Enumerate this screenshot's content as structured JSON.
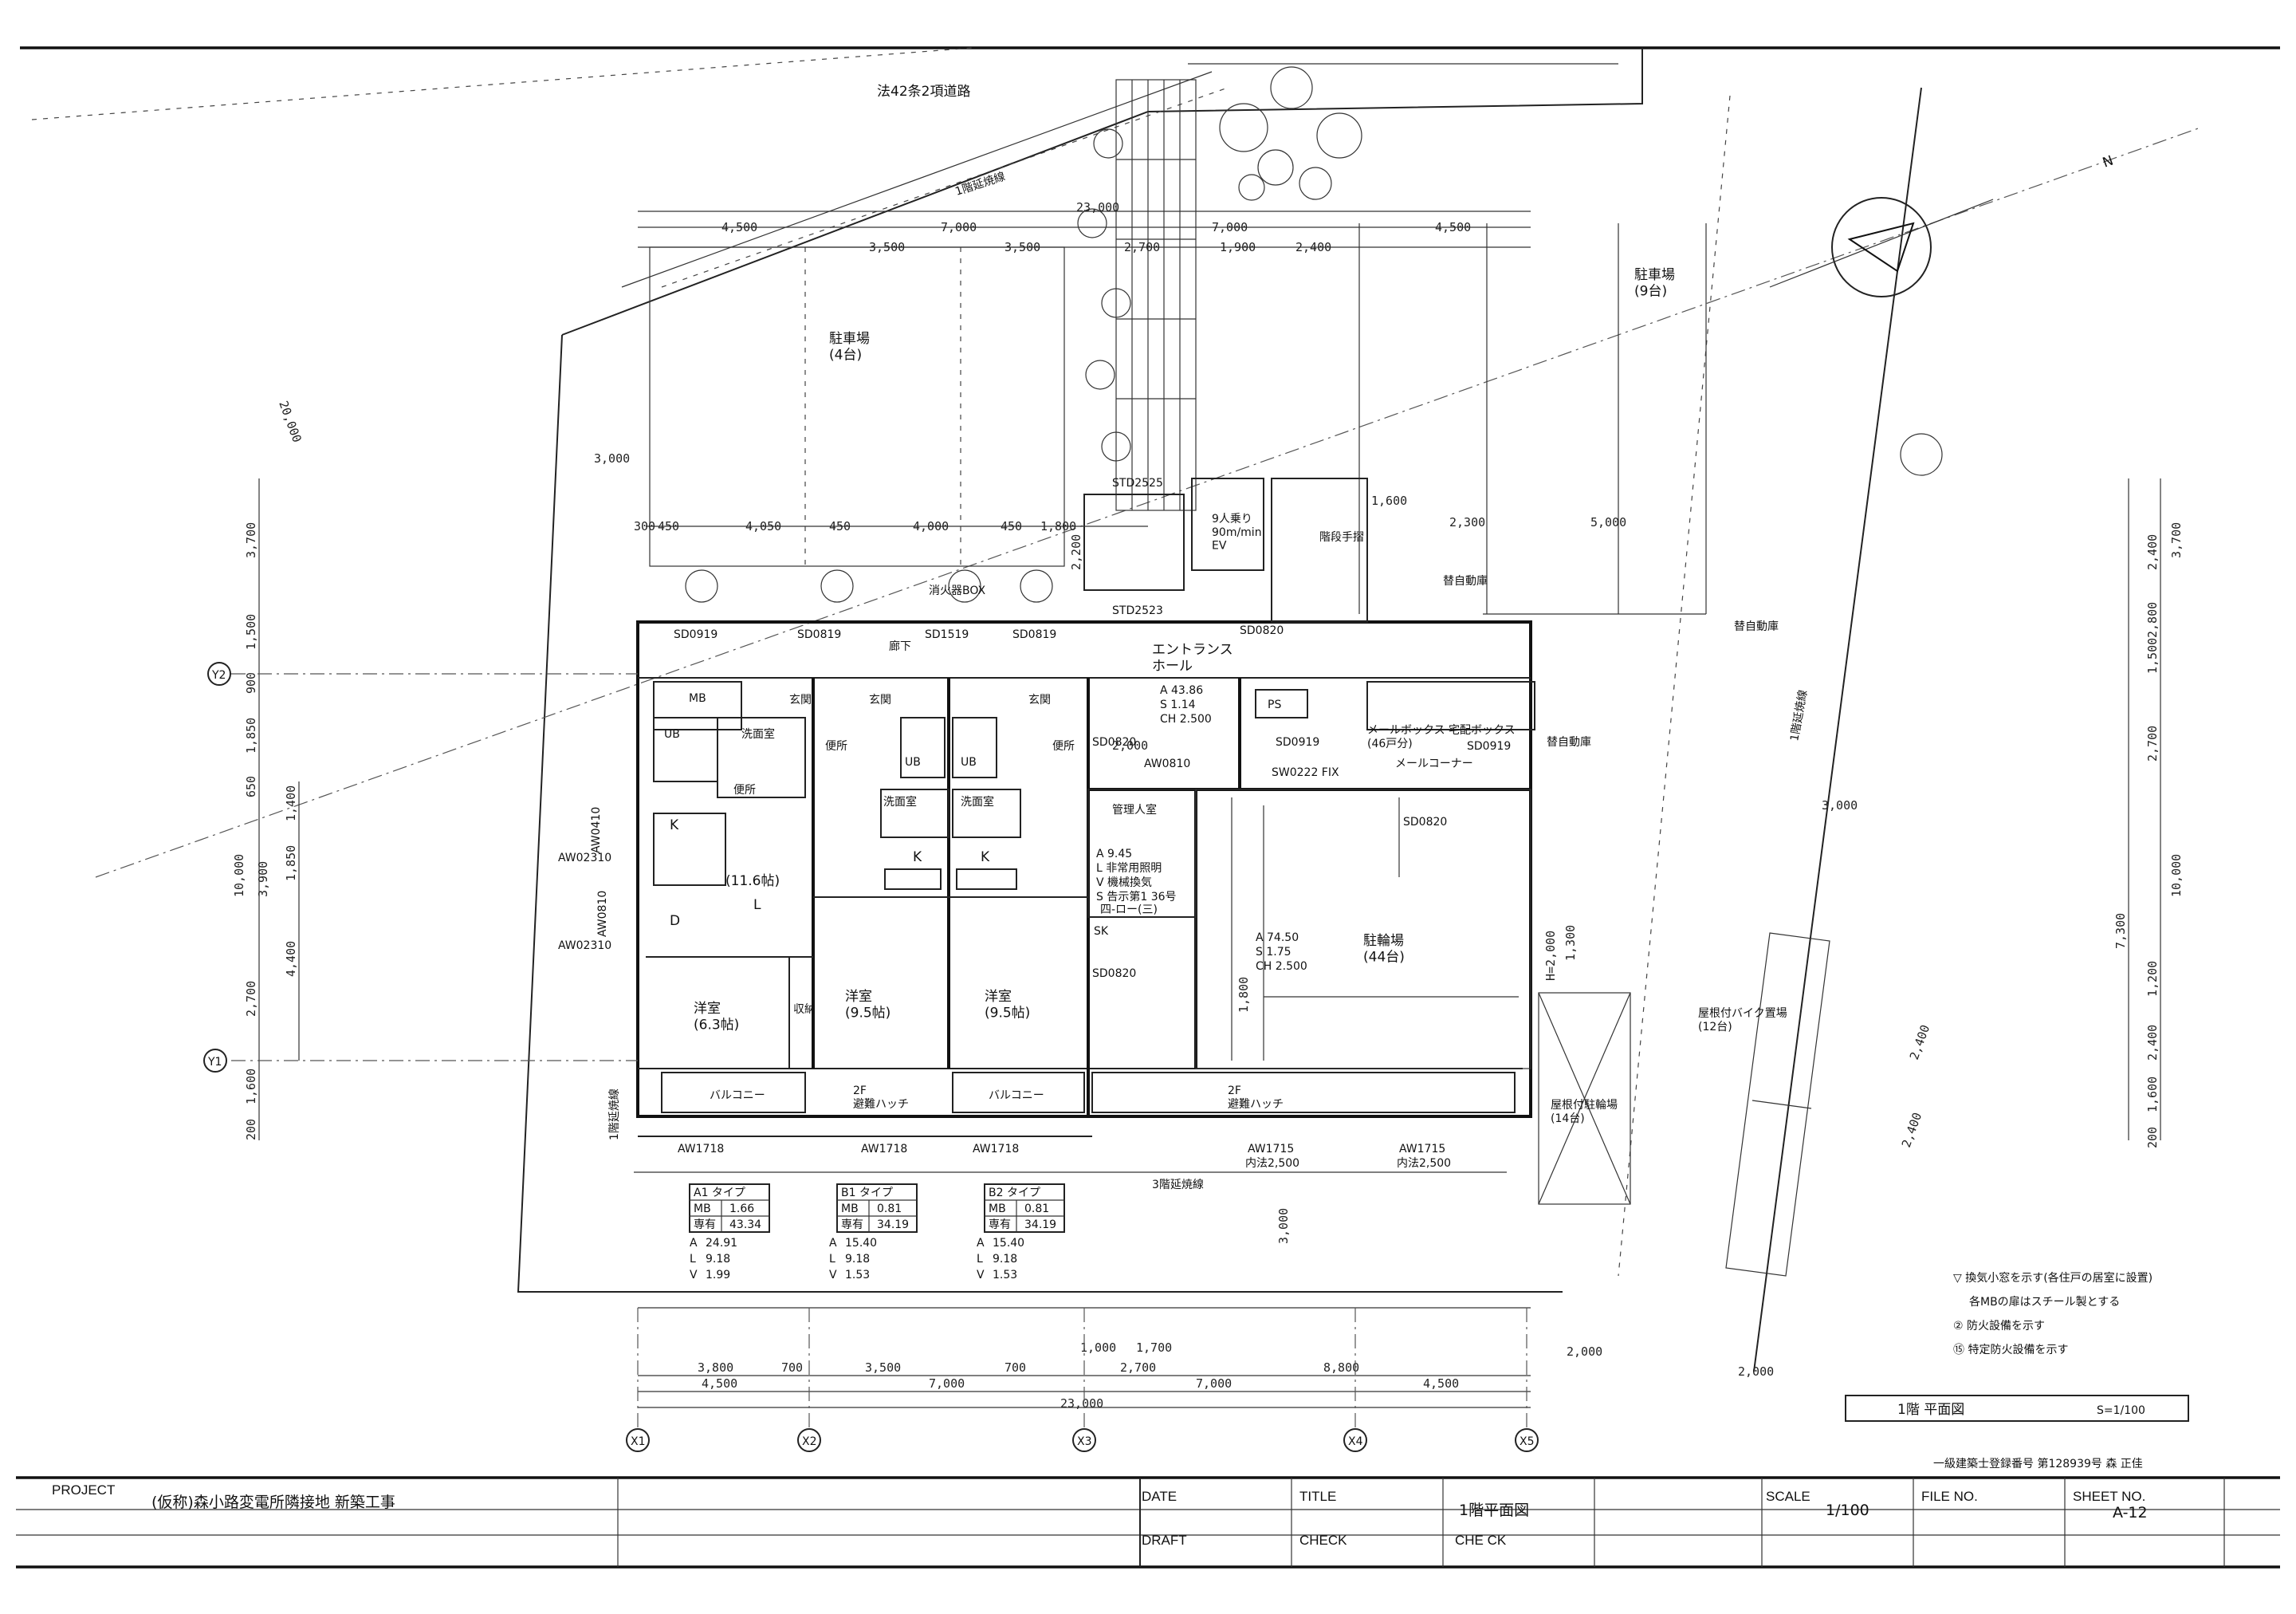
{
  "drawing": {
    "title": "1階 平面図",
    "scale_label": "S=1/100",
    "road_label": "法42条2項道路",
    "boundary_label_1f": "1階延焼線",
    "boundary_label_3f": "3階延焼線",
    "boundary_label_right": "1階延焼線",
    "north_label": "N"
  },
  "grid": {
    "x": [
      "X1",
      "X2",
      "X3",
      "X4",
      "X5"
    ],
    "y": [
      "Y1",
      "Y2"
    ]
  },
  "dimensions": {
    "top_row1": [
      "4,500",
      "7,000",
      "7,000",
      "4,500"
    ],
    "top_total": "23,000",
    "top_row2": [
      "3,500",
      "3,500",
      "2,700",
      "1,900",
      "2,400"
    ],
    "row_mid": [
      "300",
      "450",
      "4,050",
      "450",
      "4,000",
      "450",
      "1,800"
    ],
    "bottom_row1": [
      "3,800",
      "700",
      "3,500",
      "700",
      "2,700",
      "8,800"
    ],
    "bottom_row2": [
      "4,500",
      "7,000",
      "7,000",
      "4,500"
    ],
    "bottom_total": "23,000",
    "bottom_misc": [
      "1,000",
      "1,700",
      "2,000",
      "2,000"
    ],
    "left_col": [
      "3,700",
      "1,500",
      "900",
      "1,850",
      "650",
      "1,400",
      "1,850",
      "4,400",
      "2,700",
      "1,600",
      "200"
    ],
    "left_total": "10,000",
    "left_sub": "3,900",
    "right_col": [
      "2,400",
      "2,800",
      "1,500",
      "2,700",
      "7,300",
      "1,200",
      "2,400",
      "1,600",
      "200"
    ],
    "right_total": "10,000",
    "right_top": "3,700",
    "misc": [
      "3,000",
      "2,000",
      "1,800",
      "20,000",
      "2,200",
      "1,600",
      "2,300",
      "5,000",
      "3,000",
      "2,400",
      "2,400",
      "3,000",
      "1,300",
      "H=2,000"
    ]
  },
  "areas": {
    "parking_4": "駐車場\n(4台)",
    "parking_9": "駐車場\n(9台)",
    "entrance": "エントランス\nホール",
    "entrance_specs": [
      "A 43.86",
      "S 1.14",
      "CH 2.500"
    ],
    "bicycle": "駐輪場\n(44台)",
    "bicycle_specs": [
      "A 74.50",
      "S 1.75",
      "CH 2.500"
    ],
    "manager": "管理人室",
    "manager_specs": [
      "A 9.45",
      "L 非常用照明",
      "V 機械換気",
      "S 告示第1 36号",
      "四-ロー(三)"
    ],
    "bike_shed": "屋根付バイク置場\n(12台)",
    "covered_bike": "屋根付駐輪場\n(14台)",
    "mail_box": "メールボックス 宅配ボックス\n(46戸分)",
    "mail_corner": "メールコーナー",
    "fire_box": "消火器BOX",
    "ev": "9人乗り\n90m/min\nEV",
    "stair": "階段手摺",
    "corridor": "廊下",
    "entrance_door": "玄関",
    "balcony": "バルコニー",
    "escape_hatch": "2F\n避難ハッチ",
    "ldk": "(11.6帖)",
    "room_a": "洋室\n(6.3帖)",
    "room_b1": "洋室\n(9.5帖)",
    "room_b2": "洋室\n(9.5帖)",
    "washroom": "洗面室",
    "ub": "UB",
    "toilet": "便所",
    "storage": "収納",
    "ps": "PS",
    "mb": "MB",
    "auto_parking_1": "替自動庫",
    "auto_parking_2": "替自動庫",
    "auto_parking_3": "替自動庫"
  },
  "openings": [
    "SD0919",
    "SD0819",
    "SD1519",
    "SD0819",
    "SD0820",
    "SD0820",
    "SD0820",
    "SD0919",
    "SD0919",
    "SD0820",
    "STD2523",
    "STD2525",
    "AW0410",
    "AW0810",
    "AW02310",
    "AW02310",
    "AW1718",
    "AW1718",
    "AW1718",
    "AW1715",
    "AW1715",
    "SW0222 FIX",
    "AW0810",
    "SK"
  ],
  "sill_heights": [
    "内法2,500",
    "内法2,500"
  ],
  "unit_tables": [
    {
      "type": "A1 タイプ",
      "mb": "1.66",
      "area": "43.34",
      "A": "24.91",
      "L": "9.18",
      "V": "1.99"
    },
    {
      "type": "B1 タイプ",
      "mb": "0.81",
      "area": "34.19",
      "A": "15.40",
      "L": "9.18",
      "V": "1.53"
    },
    {
      "type": "B2 タイプ",
      "mb": "0.81",
      "area": "34.19",
      "A": "15.40",
      "L": "9.18",
      "V": "1.53"
    }
  ],
  "unit_table_labels": {
    "mb": "MB",
    "area": "専有"
  },
  "legend": [
    "▽ 換気小窓を示す(各住戸の居室に設置)",
    "各MBの扉はスチール製とする",
    "② 防火設備を示す",
    "⑮ 特定防火設備を示す"
  ],
  "title_block": {
    "project_label": "PROJECT",
    "project_name": "(仮称)森小路変電所隣接地 新築工事",
    "date_label": "DATE",
    "title_label": "TITLE",
    "title_value": "1階平面図",
    "scale_label": "SCALE",
    "scale_value": "1/100",
    "file_label": "FILE NO.",
    "sheet_label": "SHEET NO.",
    "sheet_value": "A-12",
    "draft_label": "DRAFT",
    "check_label": "CHECK",
    "check_label2": "CHE CK",
    "registration": "一級建築士登録番号 第128939号 森 正佳"
  }
}
